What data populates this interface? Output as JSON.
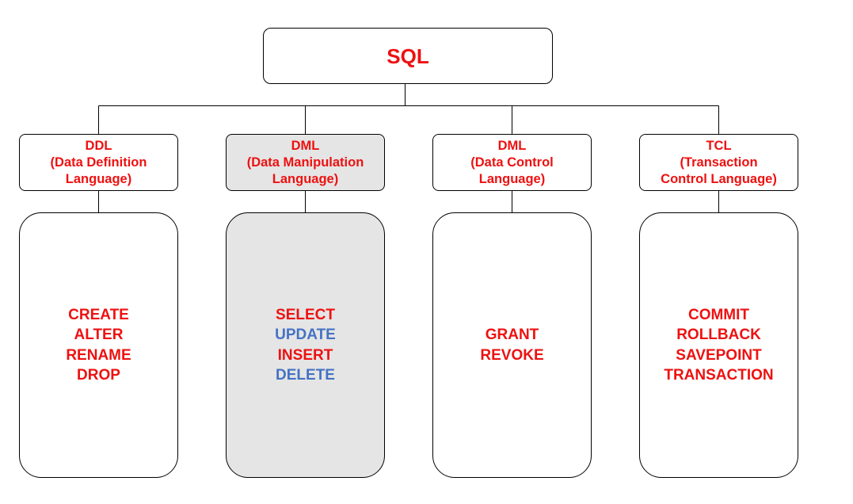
{
  "colors": {
    "red": "#ee1111",
    "blue": "#4472c4",
    "line": "#000000",
    "highlight": "#e5e5e5"
  },
  "root": {
    "label": "SQL"
  },
  "categories": [
    {
      "title_lines": [
        "DDL",
        "(Data Definition",
        "Language)"
      ],
      "commands": [
        {
          "text": "CREATE",
          "color": "red"
        },
        {
          "text": "ALTER",
          "color": "red"
        },
        {
          "text": "RENAME",
          "color": "red"
        },
        {
          "text": "DROP",
          "color": "red"
        }
      ]
    },
    {
      "title_lines": [
        "DML",
        "(Data Manipulation",
        "Language)"
      ],
      "highlighted": true,
      "commands": [
        {
          "text": "SELECT",
          "color": "red"
        },
        {
          "text": "UPDATE",
          "color": "blue"
        },
        {
          "text": "INSERT",
          "color": "red"
        },
        {
          "text": "DELETE",
          "color": "blue"
        }
      ]
    },
    {
      "title_lines": [
        "DML",
        "(Data Control",
        "Language)"
      ],
      "commands": [
        {
          "text": "GRANT",
          "color": "red"
        },
        {
          "text": "REVOKE",
          "color": "red"
        }
      ]
    },
    {
      "title_lines": [
        "TCL",
        "(Transaction",
        "Control Language)"
      ],
      "commands": [
        {
          "text": "COMMIT",
          "color": "red"
        },
        {
          "text": "ROLLBACK",
          "color": "red"
        },
        {
          "text": "SAVEPOINT",
          "color": "red"
        },
        {
          "text": "TRANSACTION",
          "color": "red"
        }
      ]
    }
  ]
}
